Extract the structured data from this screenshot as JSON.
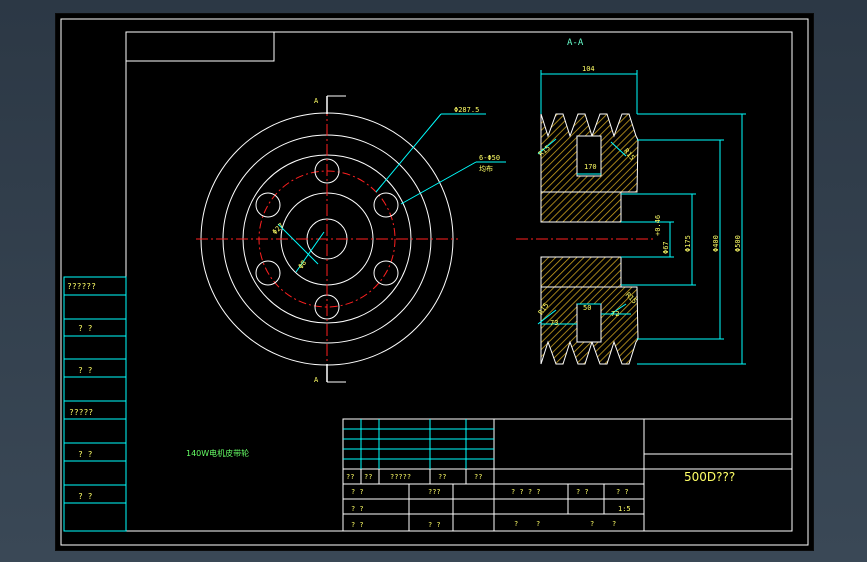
{
  "section": {
    "label": "A-A",
    "cut_mark_top": "A",
    "cut_mark_bottom": "A"
  },
  "dims": {
    "width_total": "104",
    "hub_170": "170",
    "pcd": "Φ287.5",
    "holes": "6-Φ50",
    "holes_note": "均布",
    "dia_r2": "Φ27",
    "dia_hub": "Φ8",
    "d_r15_a": "R15",
    "d_r15_b": "R15",
    "d_r15_c": "R15",
    "d_r15_d": "R15",
    "d_175": "Φ175",
    "d_400": "Φ400",
    "d_500": "Φ500",
    "d_shaft": "Φ67",
    "d_key": "+0.46",
    "w50": "50",
    "w72": "72",
    "w73": "73"
  },
  "left_table": [
    "??????",
    "? ?",
    "? ?",
    "?????",
    "? ?",
    "? ?"
  ],
  "note": "140W电机皮带轮",
  "title_block": {
    "drawing_name": "500D???",
    "row_labels": [
      "??",
      "??",
      "?????",
      "??",
      "??"
    ],
    "row2_a": "? ?",
    "row2_b": "???",
    "row3_a": "? ?",
    "row4_a": "? ?",
    "row4_b": "? ?",
    "mid_a": "? ? ? ?",
    "mid_b": "? ?",
    "mid_c": "? ?",
    "scale": "1:5",
    "bot_a": "?",
    "bot_b": "?",
    "bot_c": "?",
    "bot_d": "?"
  },
  "colors": {
    "frame": "#ffffff",
    "cyan": "#00ffff",
    "red": "#ff2020",
    "yellow": "#ffff66",
    "hatch": "#c8a020"
  }
}
